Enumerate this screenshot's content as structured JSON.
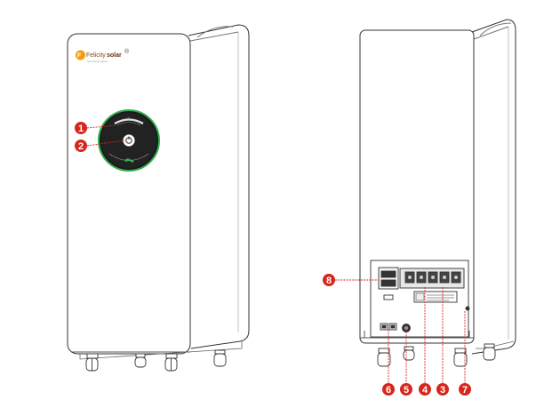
{
  "brand": {
    "name_prefix": "Felicity",
    "name_main": "solar",
    "trademark": "®",
    "tagline": "New Energy Solution"
  },
  "callouts": [
    {
      "number": "1"
    },
    {
      "number": "2"
    },
    {
      "number": "3"
    },
    {
      "number": "4"
    },
    {
      "number": "5"
    },
    {
      "number": "6"
    },
    {
      "number": "7"
    },
    {
      "number": "8"
    }
  ],
  "colors": {
    "callout_red": "#d7261c",
    "panel_ring_green": "#2fae4e",
    "panel_face": "#1b1b1b",
    "cabinet_outline": "#333333"
  }
}
